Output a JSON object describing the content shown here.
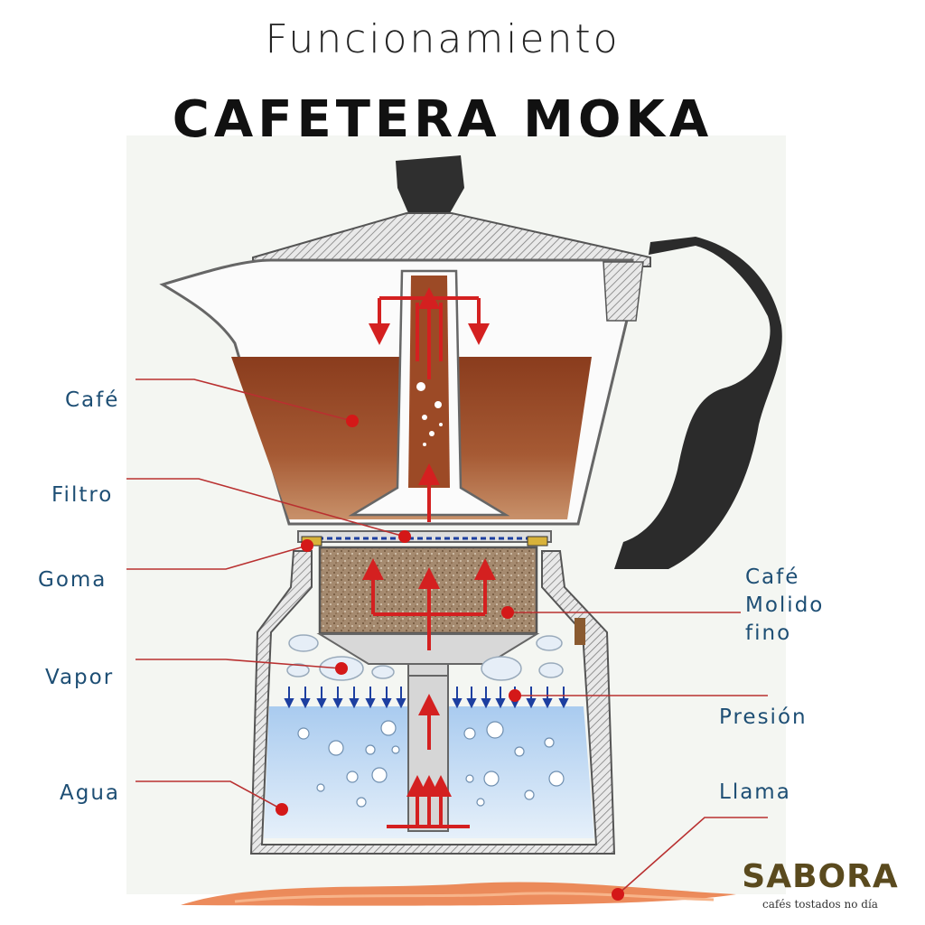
{
  "header": {
    "title_light": "Funcionamiento",
    "title_bold": "CAFETERA MOKA"
  },
  "labels": {
    "cafe": "Café",
    "filtro": "Filtro",
    "goma": "Goma",
    "vapor": "Vapor",
    "agua": "Agua",
    "cafe_molido_line1": "Café",
    "cafe_molido_line2": "Molido",
    "cafe_molido_line3": "fino",
    "presion": "Presión",
    "llama": "Llama"
  },
  "brand": {
    "name": "SABORA",
    "tagline": "cafés tostados no día"
  },
  "colors": {
    "coffee": "#8a3c1d",
    "water": "#a9cbef",
    "arrow": "#d42020",
    "pressure_arrow": "#1d3fa0",
    "body_gray": "#7a7a7a",
    "handle": "#2b2b2b",
    "label_text": "#1d4e74"
  }
}
